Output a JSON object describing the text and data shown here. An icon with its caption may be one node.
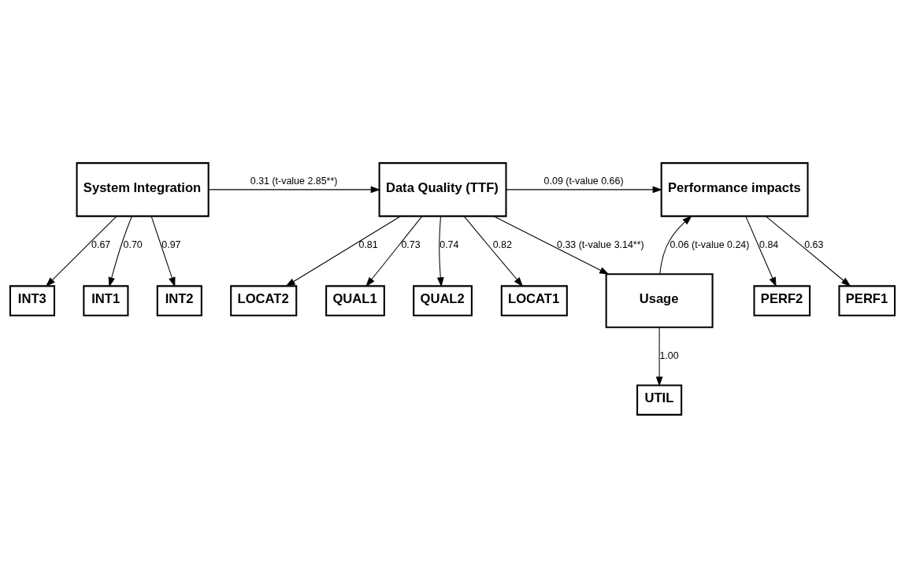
{
  "diagram": {
    "nodes": [
      {
        "text": [
          "PERF1"
        ]
      },
      {
        "text": [
          "PERF2"
        ]
      },
      {
        "text": [
          "QUAL1"
        ]
      },
      {
        "text": [
          "QUAL2"
        ]
      },
      {
        "text": [
          "LOCAT1"
        ]
      },
      {
        "text": [
          "LOCAT2"
        ]
      },
      {
        "text": [
          "Performance impacts"
        ]
      },
      {
        "text": [
          "System Integration"
        ]
      },
      {
        "text": [
          "Data Quality (TTF)"
        ]
      },
      {
        "text": [
          "Usage"
        ]
      },
      {
        "text": [
          "INT1"
        ]
      },
      {
        "text": [
          "INT2"
        ]
      },
      {
        "text": [
          "INT3"
        ]
      },
      {
        "text": [
          "UTIL"
        ]
      }
    ],
    "edges": [
      {
        "from": 8,
        "to": 2,
        "arrow": "to",
        "label": "0.73"
      },
      {
        "from": 8,
        "to": 3,
        "arrow": "to",
        "label": "0.74"
      },
      {
        "from": 8,
        "to": 4,
        "arrow": "to",
        "label": "0.82"
      },
      {
        "from": 8,
        "to": 5,
        "arrow": "to",
        "label": "0.81"
      },
      {
        "from": 6,
        "to": 0,
        "arrow": "to",
        "label": "0.63"
      },
      {
        "from": 6,
        "to": 1,
        "arrow": "to",
        "label": "0.84"
      },
      {
        "from": 7,
        "to": 8,
        "arrow": "to",
        "label": "0.31 (t-value 2.85**)"
      },
      {
        "from": 8,
        "to": 6,
        "arrow": "to",
        "label": "0.09 (t-value 0.66)"
      },
      {
        "from": 8,
        "to": 9,
        "arrow": "to",
        "label": "0.33 (t-value 3.14**)"
      },
      {
        "from": 9,
        "to": 6,
        "arrow": "to",
        "label": "0.06 (t-value 0.24)"
      },
      {
        "from": 7,
        "to": 10,
        "arrow": "to",
        "label": "0.70"
      },
      {
        "from": 7,
        "to": 11,
        "arrow": "to",
        "label": "0.97"
      },
      {
        "from": 7,
        "to": 12,
        "arrow": "to",
        "label": "0.67"
      },
      {
        "from": 9,
        "to": 13,
        "arrow": "to",
        "label": "1.00"
      }
    ]
  }
}
